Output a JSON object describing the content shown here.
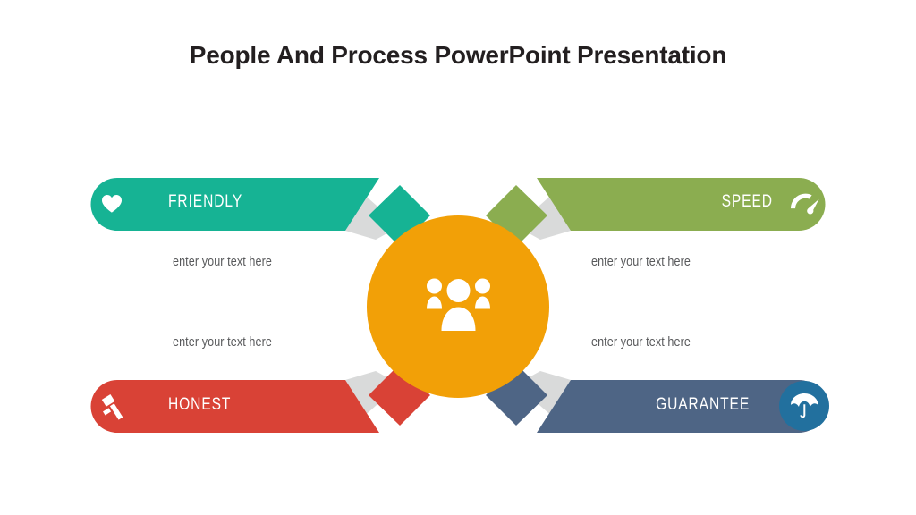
{
  "slide": {
    "title": "People And Process PowerPoint Presentation",
    "background_color": "#ffffff",
    "title_color": "#231f20"
  },
  "center": {
    "icon": "people-group-icon",
    "color": "#f2a007",
    "radius": 102
  },
  "shadow_color": "#d9dada",
  "items": [
    {
      "id": "friendly",
      "label": "FRIENDLY",
      "icon": "heart-icon",
      "color": "#16b394",
      "position": "top-left",
      "caption": "enter your text here"
    },
    {
      "id": "speed",
      "label": "SPEED",
      "icon": "gauge-icon",
      "color": "#8bad50",
      "position": "top-right",
      "caption": "enter your text here"
    },
    {
      "id": "honest",
      "label": "HONEST",
      "icon": "gavel-icon",
      "color": "#d94236",
      "position": "bottom-left",
      "caption": "enter your text here"
    },
    {
      "id": "guarantee",
      "label": "GUARANTEE",
      "icon": "umbrella-icon",
      "color": "#4e6585",
      "icon_badge_color": "#22709e",
      "position": "bottom-right",
      "caption": "enter your text here"
    }
  ]
}
